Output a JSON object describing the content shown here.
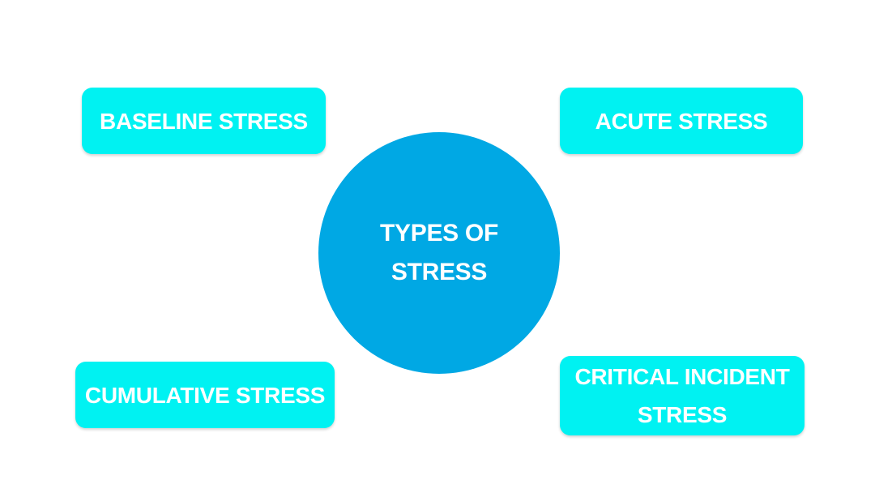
{
  "diagram": {
    "center": {
      "label": "TYPES OF STRESS"
    },
    "nodes": [
      {
        "id": "baseline",
        "label": "BASELINE STRESS",
        "position": "top-left"
      },
      {
        "id": "acute",
        "label": "ACUTE STRESS",
        "position": "top-right"
      },
      {
        "id": "cumulative",
        "label": "CUMULATIVE STRESS",
        "position": "bottom-left"
      },
      {
        "id": "critical-incident",
        "label": "CRITICAL INCIDENT STRESS",
        "position": "bottom-right"
      }
    ],
    "colors": {
      "background": "#FFFFFF",
      "node_fill": "#00F2F2",
      "center_fill": "#00A8E4",
      "text": "#FFFFFF"
    }
  }
}
